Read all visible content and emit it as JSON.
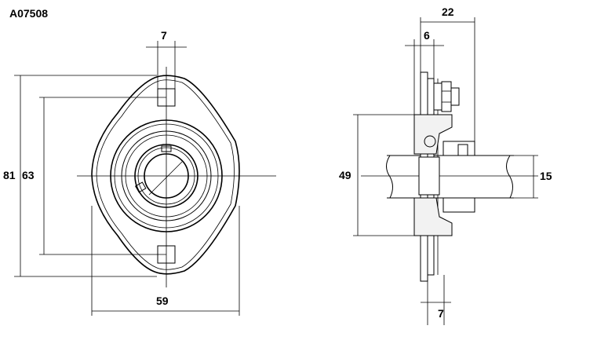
{
  "drawing": {
    "part_code": "A07508",
    "front_view": {
      "bolt_hole_width": "7",
      "overall_height": "81",
      "bolt_spacing": "63",
      "overall_width": "59"
    },
    "side_view": {
      "overall_depth": "22",
      "flange_thickness": "6",
      "center_height": "49",
      "shaft_diameter": "15",
      "bottom_offset": "7"
    }
  }
}
